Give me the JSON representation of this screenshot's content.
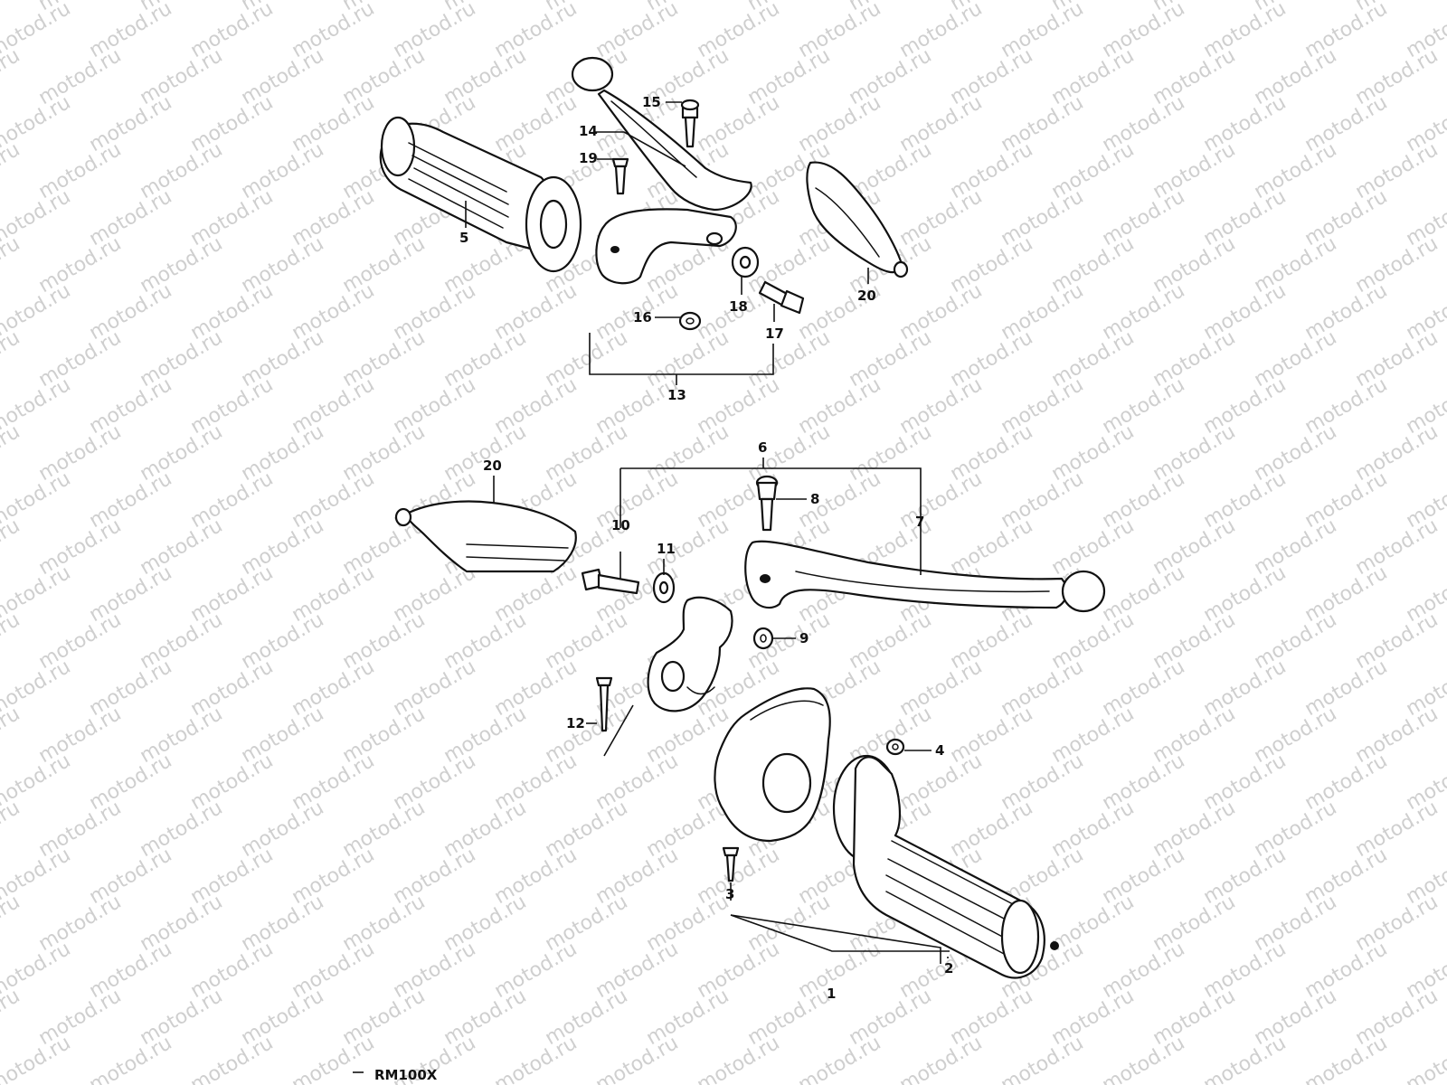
{
  "watermark": {
    "text": "motod.ru",
    "color": "#cfcfcf"
  },
  "model_label": "RM100X",
  "labels": {
    "p1": "1",
    "p2": "2",
    "p3": "3",
    "p4": "4",
    "p5": "5",
    "p6": "6",
    "p7": "7",
    "p8": "8",
    "p9": "9",
    "p10": "10",
    "p11": "11",
    "p12": "12",
    "p13": "13",
    "p14": "14",
    "p15": "15",
    "p16": "16",
    "p17": "17",
    "p18": "18",
    "p19": "19",
    "p20_top": "20",
    "p20_bottom": "20"
  }
}
